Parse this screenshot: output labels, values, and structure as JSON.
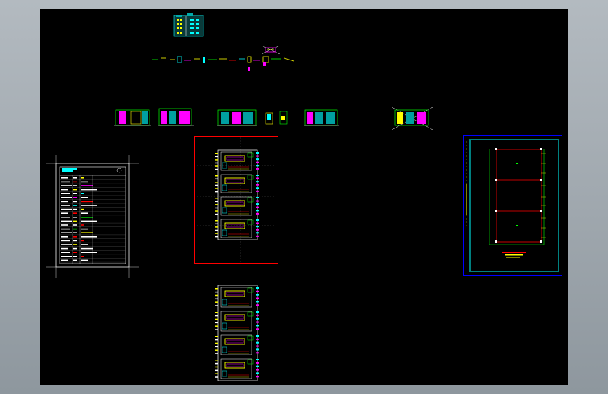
{
  "app": {
    "view": "cad-model-space"
  },
  "colors": {
    "background": "#000000",
    "frame": "#9aa2a9",
    "cyan": "#00ffff",
    "yellow": "#ffff00",
    "magenta": "#ff00ff",
    "red": "#ff0000",
    "green": "#00ff00",
    "white": "#ffffff",
    "blue": "#0000ff",
    "teal": "#008080"
  },
  "sheets": [
    {
      "name": "building-elevation-thumb"
    },
    {
      "name": "detail-strip"
    },
    {
      "name": "elevation-row"
    },
    {
      "name": "section-detail-right"
    },
    {
      "name": "schedule-table"
    },
    {
      "name": "floor-plan-selected"
    },
    {
      "name": "floor-plan-lower"
    },
    {
      "name": "site-plan-frame"
    }
  ]
}
